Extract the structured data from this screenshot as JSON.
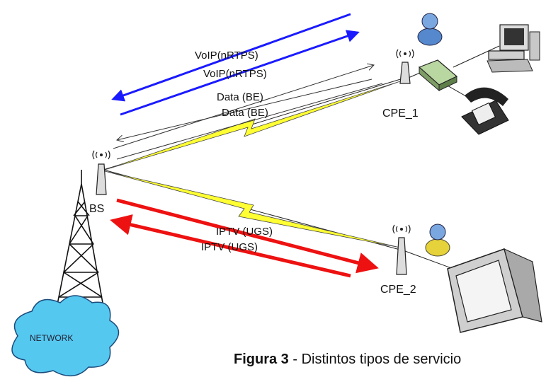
{
  "labels": {
    "voip_1": "VoIP(nRTPS)",
    "voip_2": "VoIP(nRTPS)",
    "data_1": "Data (BE)",
    "data_2": "Data (BE)",
    "iptv_1": "IPTV (UGS)",
    "iptv_2": "IPTV (UGS)",
    "bs": "BS",
    "cpe_1": "CPE_1",
    "cpe_2": "CPE_2",
    "network": "NETWORK"
  },
  "caption": {
    "prefix": "Figura 3",
    "text": " - Distintos tipos de servicio"
  },
  "colors": {
    "voip_arrow": "#1a1aff",
    "iptv_arrow": "#ee1111",
    "link_bolt": "#ffff33",
    "cloud": "#55c8f0"
  },
  "icons": [
    "antenna-icon",
    "tower-icon",
    "cloud-icon",
    "user-icon",
    "computer-icon",
    "modem-icon",
    "telephone-icon",
    "tv-icon"
  ]
}
